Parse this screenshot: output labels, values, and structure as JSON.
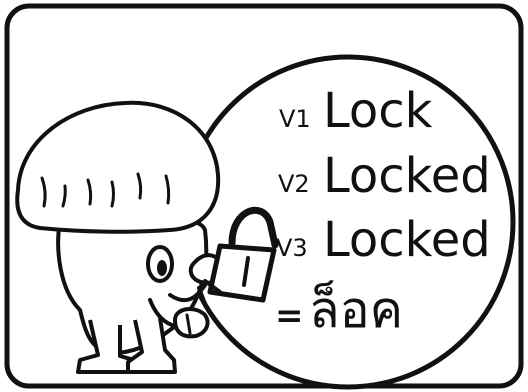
{
  "card": {
    "v1_label": "V1",
    "v1_word": "Lock",
    "v2_label": "V2",
    "v2_word": "Locked",
    "v3_label": "V3",
    "v3_word": "Locked",
    "equals_sign": "=",
    "thai_word": "ล็อค"
  },
  "icons": {
    "mascot": "mushroom-character-icon",
    "lock": "padlock-icon"
  },
  "colors": {
    "line": "#111111",
    "fill": "#ffffff"
  }
}
